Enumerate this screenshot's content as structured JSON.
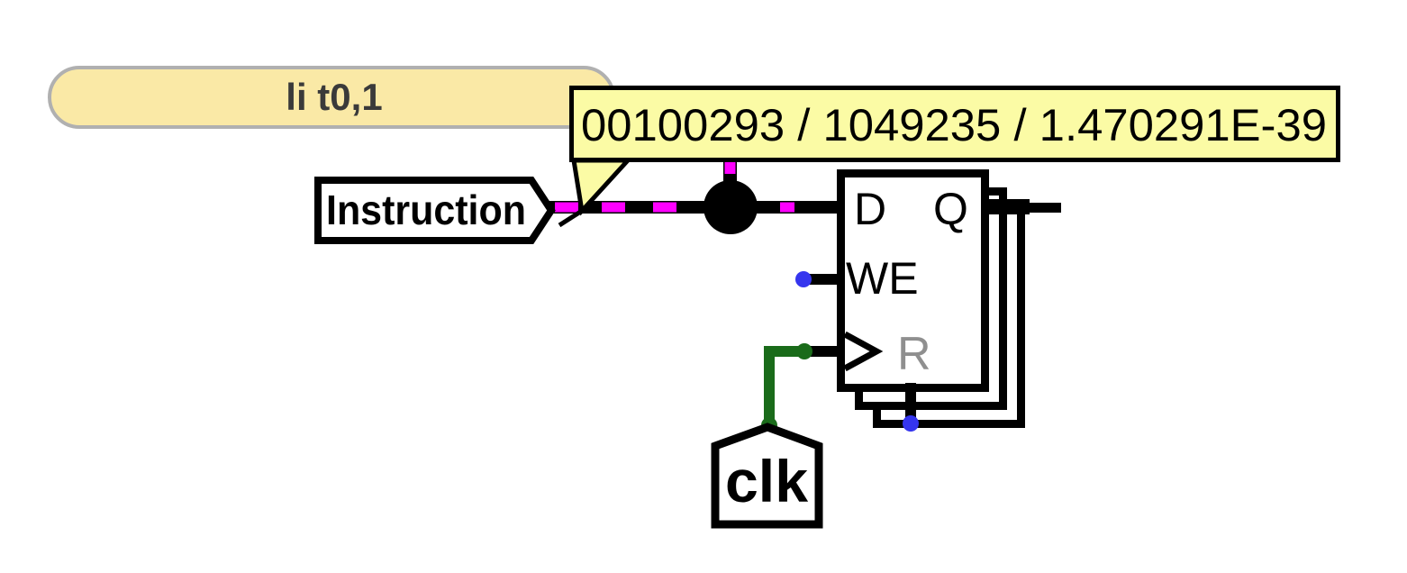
{
  "asm_overlay": {
    "label": "li t0,1"
  },
  "tooltip": {
    "value": "00100293 / 1049235 / 1.470291E-39"
  },
  "instruction_port": {
    "label": "Instruction"
  },
  "register": {
    "d_label": "D",
    "q_label": "Q",
    "we_label": "WE",
    "reset_label": "R"
  },
  "clock_input": {
    "label": "clk"
  },
  "colors": {
    "bus_value_highlight": "#ff00ff",
    "clock_signal_green": "#1a6b1a",
    "logic_low_blue": "#3535ee",
    "tooltip_yellow": "#fbfba5",
    "pill_yellow": "#fae9a6",
    "pill_border_gray": "#b0b0b0",
    "inactive_label_gray": "#8f8f8f",
    "wire_black": "#000000"
  }
}
